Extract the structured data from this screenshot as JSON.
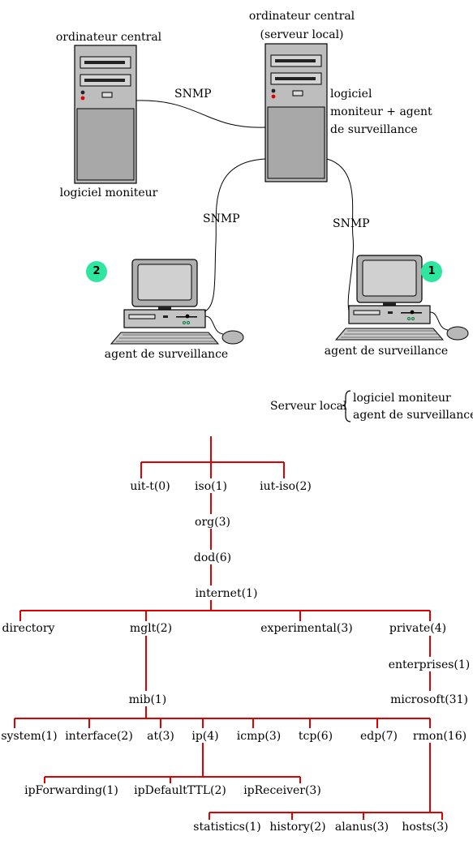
{
  "network": {
    "server_left_title": "ordinateur central",
    "server_left_caption": "logiciel moniteur",
    "server_right_title": "ordinateur central",
    "server_right_subtitle": "(serveur local)",
    "server_right_caption_1": "logiciel",
    "server_right_caption_2": "moniteur + agent",
    "server_right_caption_3": "de surveillance",
    "link_top": "SNMP",
    "link_left": "SNMP",
    "link_right": "SNMP",
    "agent_left": "agent de surveillance",
    "agent_right": "agent de surveillance",
    "badge_left": "2",
    "badge_right": "1"
  },
  "legend": {
    "label": "Serveur local",
    "item_1": "logiciel moniteur",
    "item_2": "agent de surveillance"
  },
  "tree": {
    "colors": {
      "line": "#e00000"
    },
    "root_children": [
      "uit-t(0)",
      "iso(1)",
      "iut-iso(2)"
    ],
    "org": "org(3)",
    "dod": "dod(6)",
    "internet": "internet(1)",
    "internet_children": [
      "directory",
      "mglt(2)",
      "experimental(3)",
      "private(4)"
    ],
    "enterprises": "enterprises(1)",
    "microsoft": "microsoft(31)",
    "mib": "mib(1)",
    "mib_children": [
      "system(1)",
      "interface(2)",
      "at(3)",
      "ip(4)",
      "icmp(3)",
      "tcp(6)",
      "edp(7)",
      "rmon(16)"
    ],
    "ip_children": [
      "ipForwarding(1)",
      "ipDefaultTTL(2)",
      "ipReceiver(3)"
    ],
    "rmon_children": [
      "statistics(1)",
      "history(2)",
      "alanus(3)",
      "hosts(3)"
    ]
  }
}
